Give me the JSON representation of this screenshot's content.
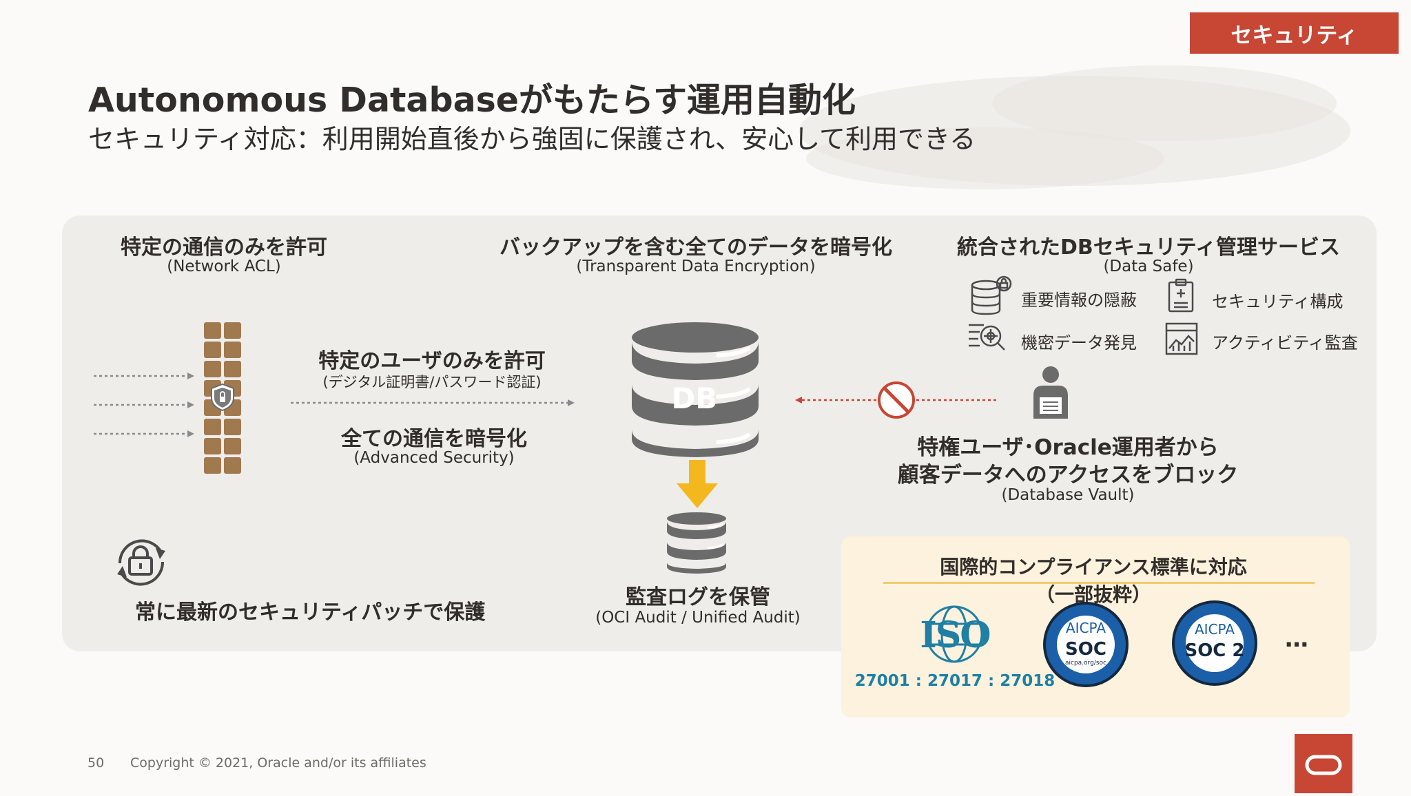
{
  "tag": "セキュリティ",
  "title": "Autonomous Databaseがもたらす運用自動化",
  "subtitle": "セキュリティ対応：利用開始直後から強固に保護され、安心して利用できる",
  "network": {
    "heading": "特定の通信のみを許可",
    "sub": "(Network ACL)"
  },
  "user": {
    "heading": "特定のユーザのみを許可",
    "sub": "(デジタル証明書/パスワード認証)"
  },
  "encrypt_comm": {
    "heading": "全ての通信を暗号化",
    "sub": "(Advanced Security)"
  },
  "tde": {
    "heading": "バックアップを含む全てのデータを暗号化",
    "sub": "(Transparent Data Encryption)"
  },
  "db_label": "DB",
  "datasafe": {
    "heading": "統合されたDBセキュリティ管理サービス",
    "sub": "(Data Safe)",
    "features": [
      "重要情報の隠蔽",
      "セキュリティ構成",
      "機密データ発見",
      "アクティビティ監査"
    ]
  },
  "vault": {
    "line1": "特権ユーザ･Oracle運用者から",
    "line2": "顧客データへのアクセスをブロック",
    "sub": "(Database Vault)"
  },
  "audit": {
    "heading": "監査ログを保管",
    "sub": "(OCI Audit / Unified Audit)"
  },
  "patch": {
    "heading": "常に最新のセキュリティパッチで保護"
  },
  "compliance": {
    "title": "国際的コンプライアンス標準に対応（一部抜粋）",
    "iso_label": "ISO",
    "iso_numbers": "27001 : 27017 : 27018",
    "soc1_top": "AICPA",
    "soc1_main": "SOC",
    "soc1_url": "aicpa.org/soc",
    "soc2_top": "AICPA",
    "soc2_main": "SOC 2",
    "ellipsis": "…"
  },
  "footer": {
    "page": "50",
    "copyright": "Copyright © 2021, Oracle and/or its affiliates"
  },
  "colors": {
    "oracle_red": "#c74634",
    "panel": "#efedea",
    "brick": "#a0794f",
    "db_gray": "#6b6b6b",
    "arrow_yellow": "#f3b81e",
    "iso_blue": "#1f7fa5",
    "soc_blue": "#1b5fa8"
  }
}
